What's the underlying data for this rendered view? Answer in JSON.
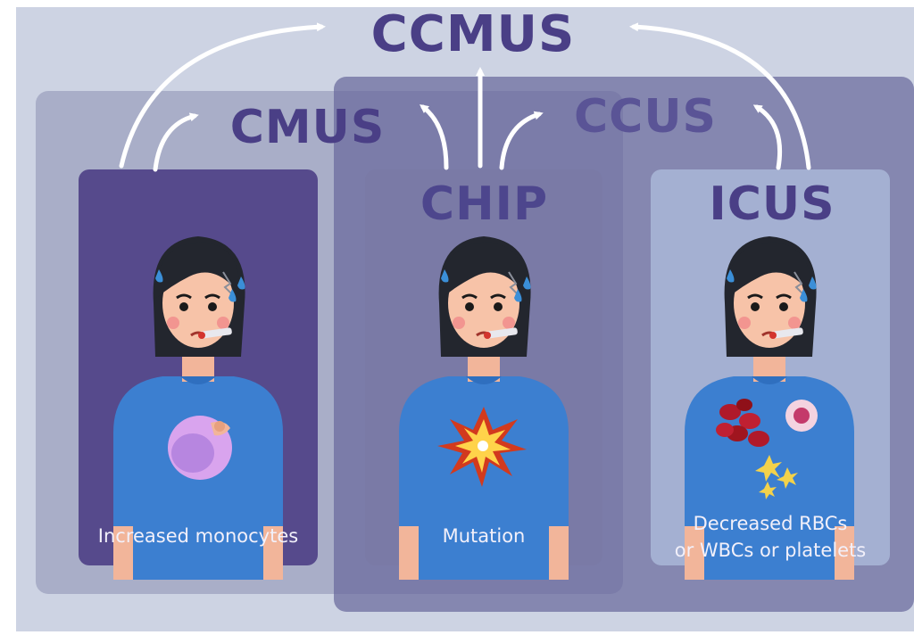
{
  "titles": {
    "ccmus": "CCMUS",
    "cmus": "CMUS",
    "ccus": "CCUS",
    "chip": "CHIP",
    "icus": "ICUS"
  },
  "captions": {
    "monocytes": "Increased monocytes",
    "mutation": "Mutation",
    "icus_line1": "Decreased RBCs",
    "icus_line2": "or WBCs or platelets"
  },
  "colors": {
    "background": "#cdd3e3",
    "left_region": "#a9aec8",
    "right_region": "#6a6a9c",
    "card_left": "#564a8c",
    "card_middle": "#7a7aa6",
    "card_right": "#a4b0d2",
    "title_text": "#4a3f86",
    "shirt": "#3c7fd0",
    "hair": "#23262e"
  }
}
